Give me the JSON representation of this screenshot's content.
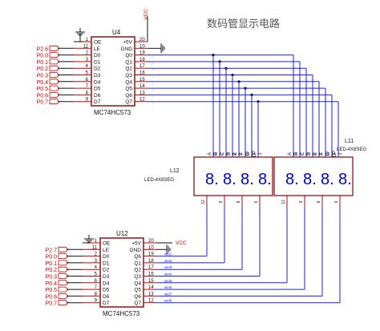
{
  "title": "数码管显示电路",
  "colors": {
    "wire": "#1a1aff",
    "chip": "#880000",
    "pin": "#cc0000",
    "port": "#cc0000",
    "text": "#111111"
  },
  "u4": {
    "ref": "U4",
    "part": "MC74HC573",
    "left_pins": [
      {
        "num": "1",
        "name": "OE",
        "net": ""
      },
      {
        "num": "11",
        "name": "LE",
        "net": "P2.6"
      },
      {
        "num": "2",
        "name": "D0",
        "net": "P0.0"
      },
      {
        "num": "3",
        "name": "D1",
        "net": "P0.1"
      },
      {
        "num": "4",
        "name": "D2",
        "net": "P0.2"
      },
      {
        "num": "5",
        "name": "D3",
        "net": "P0.3"
      },
      {
        "num": "6",
        "name": "D4",
        "net": "P0.4"
      },
      {
        "num": "7",
        "name": "D5",
        "net": "P0.5"
      },
      {
        "num": "8",
        "name": "D6",
        "net": "P0.6"
      },
      {
        "num": "9",
        "name": "D7",
        "net": "P0.7"
      }
    ],
    "right_pins": [
      {
        "num": "20",
        "name": "+5V",
        "net": "VCC"
      },
      {
        "num": "10",
        "name": "GND",
        "net": ""
      },
      {
        "num": "19",
        "name": "Q0"
      },
      {
        "num": "18",
        "name": "Q1"
      },
      {
        "num": "17",
        "name": "Q2"
      },
      {
        "num": "16",
        "name": "Q3"
      },
      {
        "num": "15",
        "name": "Q4"
      },
      {
        "num": "14",
        "name": "Q5"
      },
      {
        "num": "13",
        "name": "Q6"
      },
      {
        "num": "12",
        "name": "Q7"
      }
    ]
  },
  "u12": {
    "ref": "U12",
    "part": "MC74HC573",
    "left_pins": [
      {
        "num": "1",
        "name": "OE",
        "net": ""
      },
      {
        "num": "11",
        "name": "LE",
        "net": "P2.7"
      },
      {
        "num": "2",
        "name": "D0",
        "net": "P0.0"
      },
      {
        "num": "3",
        "name": "D1",
        "net": "P0.1"
      },
      {
        "num": "4",
        "name": "D2",
        "net": "P0.2"
      },
      {
        "num": "5",
        "name": "D3",
        "net": "P0.3"
      },
      {
        "num": "6",
        "name": "D4",
        "net": "P0.4"
      },
      {
        "num": "7",
        "name": "D5",
        "net": "P0.5"
      },
      {
        "num": "8",
        "name": "D6",
        "net": "P0.6"
      },
      {
        "num": "9",
        "name": "D7",
        "net": "P0.7"
      }
    ],
    "right_pins": [
      {
        "num": "20",
        "name": "+5V",
        "net": "VCC"
      },
      {
        "num": "10",
        "name": "GND",
        "net": ""
      },
      {
        "num": "19",
        "name": "Q6",
        "net": "wei1"
      },
      {
        "num": "18",
        "name": "Q1",
        "net": "wei2"
      },
      {
        "num": "17",
        "name": "Q2",
        "net": "wei3"
      },
      {
        "num": "16",
        "name": "Q3",
        "net": "wei4"
      },
      {
        "num": "15",
        "name": "Q4",
        "net": "wei5"
      },
      {
        "num": "14",
        "name": "Q5",
        "net": "wei6"
      },
      {
        "num": "13",
        "name": "Q6",
        "net": "wei7"
      },
      {
        "num": "12",
        "name": "Q7",
        "net": "wei8"
      }
    ]
  },
  "l12": {
    "ref": "L12",
    "part": "LED-4X8SEG",
    "top_pins": [
      "A",
      "B",
      "C",
      "D",
      "E",
      "F",
      "G",
      "DP"
    ],
    "top_nums": [
      "11",
      "7",
      "4",
      "2",
      "1",
      "10",
      "5",
      "3"
    ],
    "bottom_nums": [
      "12",
      "9",
      "8",
      "6"
    ],
    "digits": [
      "8.",
      "8.",
      "8.",
      "8."
    ]
  },
  "l11": {
    "ref": "L11",
    "part": "LED-4X8SEG",
    "top_pins": [
      "A",
      "B",
      "C",
      "D",
      "E",
      "F",
      "G",
      "DP"
    ],
    "top_nums": [
      "11",
      "7",
      "4",
      "2",
      "1",
      "10",
      "5",
      "3"
    ],
    "bottom_nums": [
      "12",
      "9",
      "8",
      "6"
    ],
    "digits": [
      "8.",
      "8.",
      "8.",
      "8."
    ]
  }
}
